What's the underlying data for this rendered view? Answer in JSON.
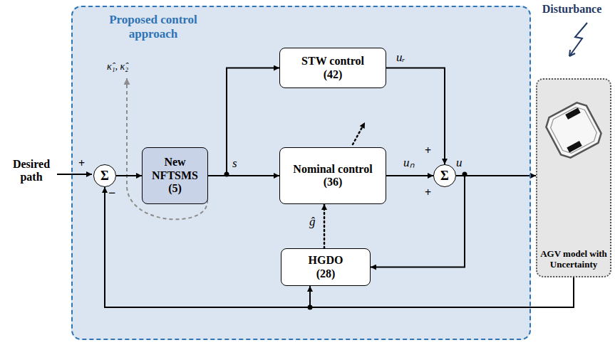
{
  "diagram": {
    "nodes": [
      {
        "text": [
          "Proposed control approach"
        ]
      },
      {
        "text": [
          "Σ"
        ],
        "in": 0
      },
      {
        "text": [
          "New NFTSMS",
          "(5)"
        ],
        "in": 0
      },
      {
        "text": [
          "STW control",
          "(42)"
        ],
        "in": 0
      },
      {
        "text": [
          "Nominal control",
          "(36)"
        ],
        "in": 0
      },
      {
        "text": [
          "HGDO",
          "(28)"
        ],
        "in": 0
      },
      {
        "text": [
          "Σ"
        ],
        "in": 0
      },
      {
        "text": [
          "AGV model with Uncertainty"
        ]
      }
    ],
    "edges": [
      {
        "from": 1,
        "to": 2,
        "arrow": "to"
      },
      {
        "from": 2,
        "to": 3,
        "arrow": "to"
      },
      {
        "from": 2,
        "to": 4,
        "arrow": "to"
      },
      {
        "from": 3,
        "to": 6,
        "arrow": "to",
        "label": "uᵣ"
      },
      {
        "from": 4,
        "to": 6,
        "arrow": "to",
        "label": "uₙ"
      },
      {
        "from": 6,
        "to": 7,
        "arrow": "to",
        "label": "u"
      },
      {
        "from": 6,
        "to": 5,
        "arrow": "to"
      },
      {
        "from": 7,
        "to": 5,
        "arrow": "to"
      },
      {
        "from": 7,
        "to": 1,
        "arrow": "to"
      },
      {
        "from": 5,
        "to": 4,
        "arrow": "to",
        "label": "ĝ"
      }
    ],
    "labels": [
      "Desired path",
      "+",
      "−",
      "κ̂₁, κ̂₂",
      "s",
      "+",
      "+",
      "Disturbance"
    ]
  }
}
